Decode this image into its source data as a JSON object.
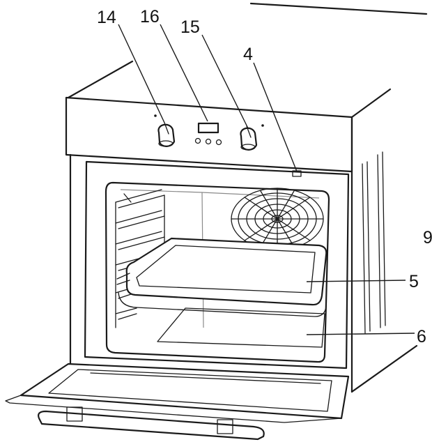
{
  "callouts": {
    "c14": "14",
    "c16": "16",
    "c15": "15",
    "c4": "4",
    "c9": "9",
    "c5": "5",
    "c6": "6"
  }
}
